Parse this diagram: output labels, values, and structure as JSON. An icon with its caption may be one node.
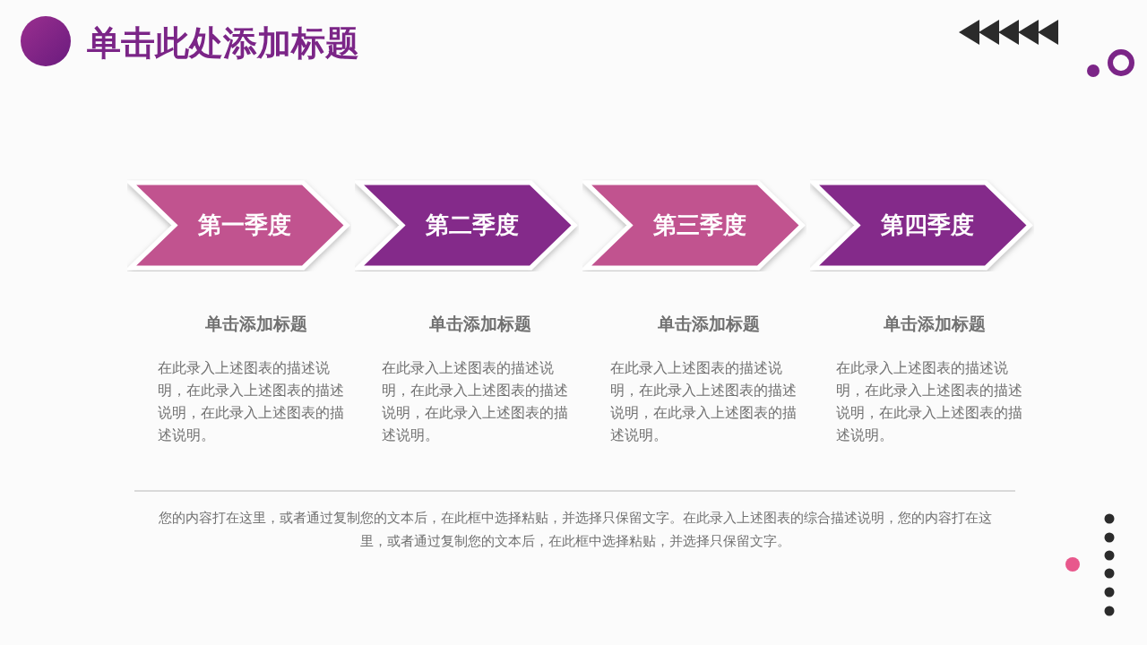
{
  "diagram": {
    "title": "单击此处添加标题",
    "nodes": [
      {
        "text": [
          "第一季度"
        ]
      },
      {
        "text": [
          "第二季度"
        ]
      },
      {
        "text": [
          "第三季度"
        ]
      },
      {
        "text": [
          "第四季度"
        ]
      }
    ],
    "labels": [
      "单击添加标题",
      "单击添加标题",
      "单击添加标题",
      "单击添加标题",
      "在此录入上述图表的描述说明，在此录入上述图表的描述说明，在此录入上述图表的描述说明。",
      "在此录入上述图表的描述说明，在此录入上述图表的描述说明，在此录入上述图表的描述说明。",
      "在此录入上述图表的描述说明，在此录入上述图表的描述说明，在此录入上述图表的描述说明。",
      "在此录入上述图表的描述说明，在此录入上述图表的描述说明，在此录入上述图表的描述说明。"
    ],
    "caption": "您的内容打在这里，或者通过复制您的文本后，在此框中选择粘贴，并选择只保留文字。在此录入上述图表的综合描述说明，您的内容打在这里，或者通过复制您的文本后，在此框中选择粘贴，并选择只保留文字。"
  }
}
